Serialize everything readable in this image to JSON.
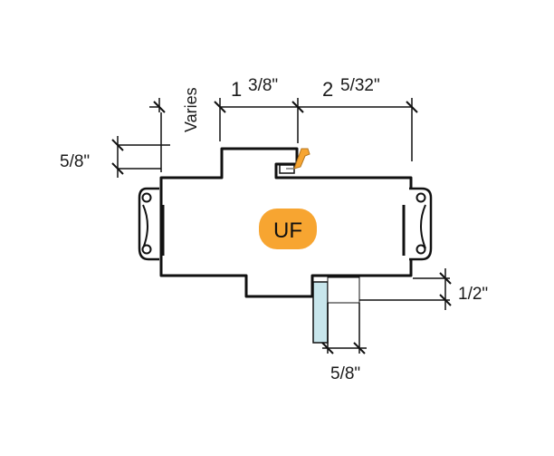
{
  "diagram": {
    "badge": {
      "label": "UF",
      "color": "#f7a531"
    },
    "dimensions": {
      "top_left": "Varies",
      "top_middle_whole": "1",
      "top_middle_frac": "3/8\"",
      "top_right_whole": "2",
      "top_right_frac": "5/32\"",
      "left_side": "5/8\"",
      "right_side": "1/2\"",
      "bottom": "5/8\""
    },
    "colors": {
      "outline": "#111111",
      "glass_fill": "#c8e6ec",
      "silencer_fill": "#ffffff",
      "accent": "#f7a531"
    },
    "icons": [
      "door-silencer-icon",
      "door-silencer-icon",
      "weatherstrip-icon",
      "glazing-stop-icon"
    ]
  }
}
